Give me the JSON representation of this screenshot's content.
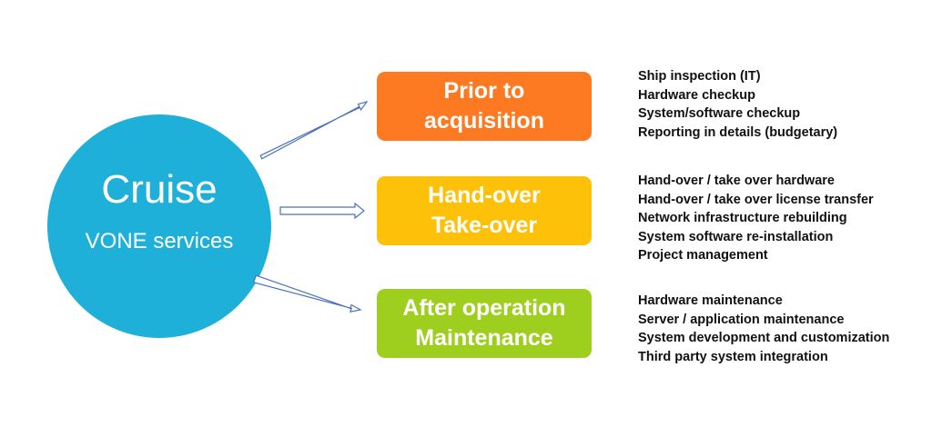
{
  "center": {
    "title": "Cruise",
    "subtitle": "VONE services",
    "color": "#1fb0da"
  },
  "phases": [
    {
      "line1": "Prior to",
      "line2": "acquisition",
      "color": "#fd7a23",
      "items": [
        "Ship inspection (IT)",
        "Hardware checkup",
        "System/software checkup",
        "Reporting in details (budgetary)"
      ]
    },
    {
      "line1": "Hand-over",
      "line2": "Take-over",
      "color": "#fdc10a",
      "items": [
        "Hand-over / take over hardware",
        "Hand-over / take over license transfer",
        "Network infrastructure rebuilding",
        "System software re-installation",
        "Project management"
      ]
    },
    {
      "line1": "After operation",
      "line2": "Maintenance",
      "color": "#9ecf1f",
      "items": [
        "Hardware maintenance",
        "Server / application maintenance",
        "System development and customization",
        "Third party system integration"
      ]
    }
  ]
}
